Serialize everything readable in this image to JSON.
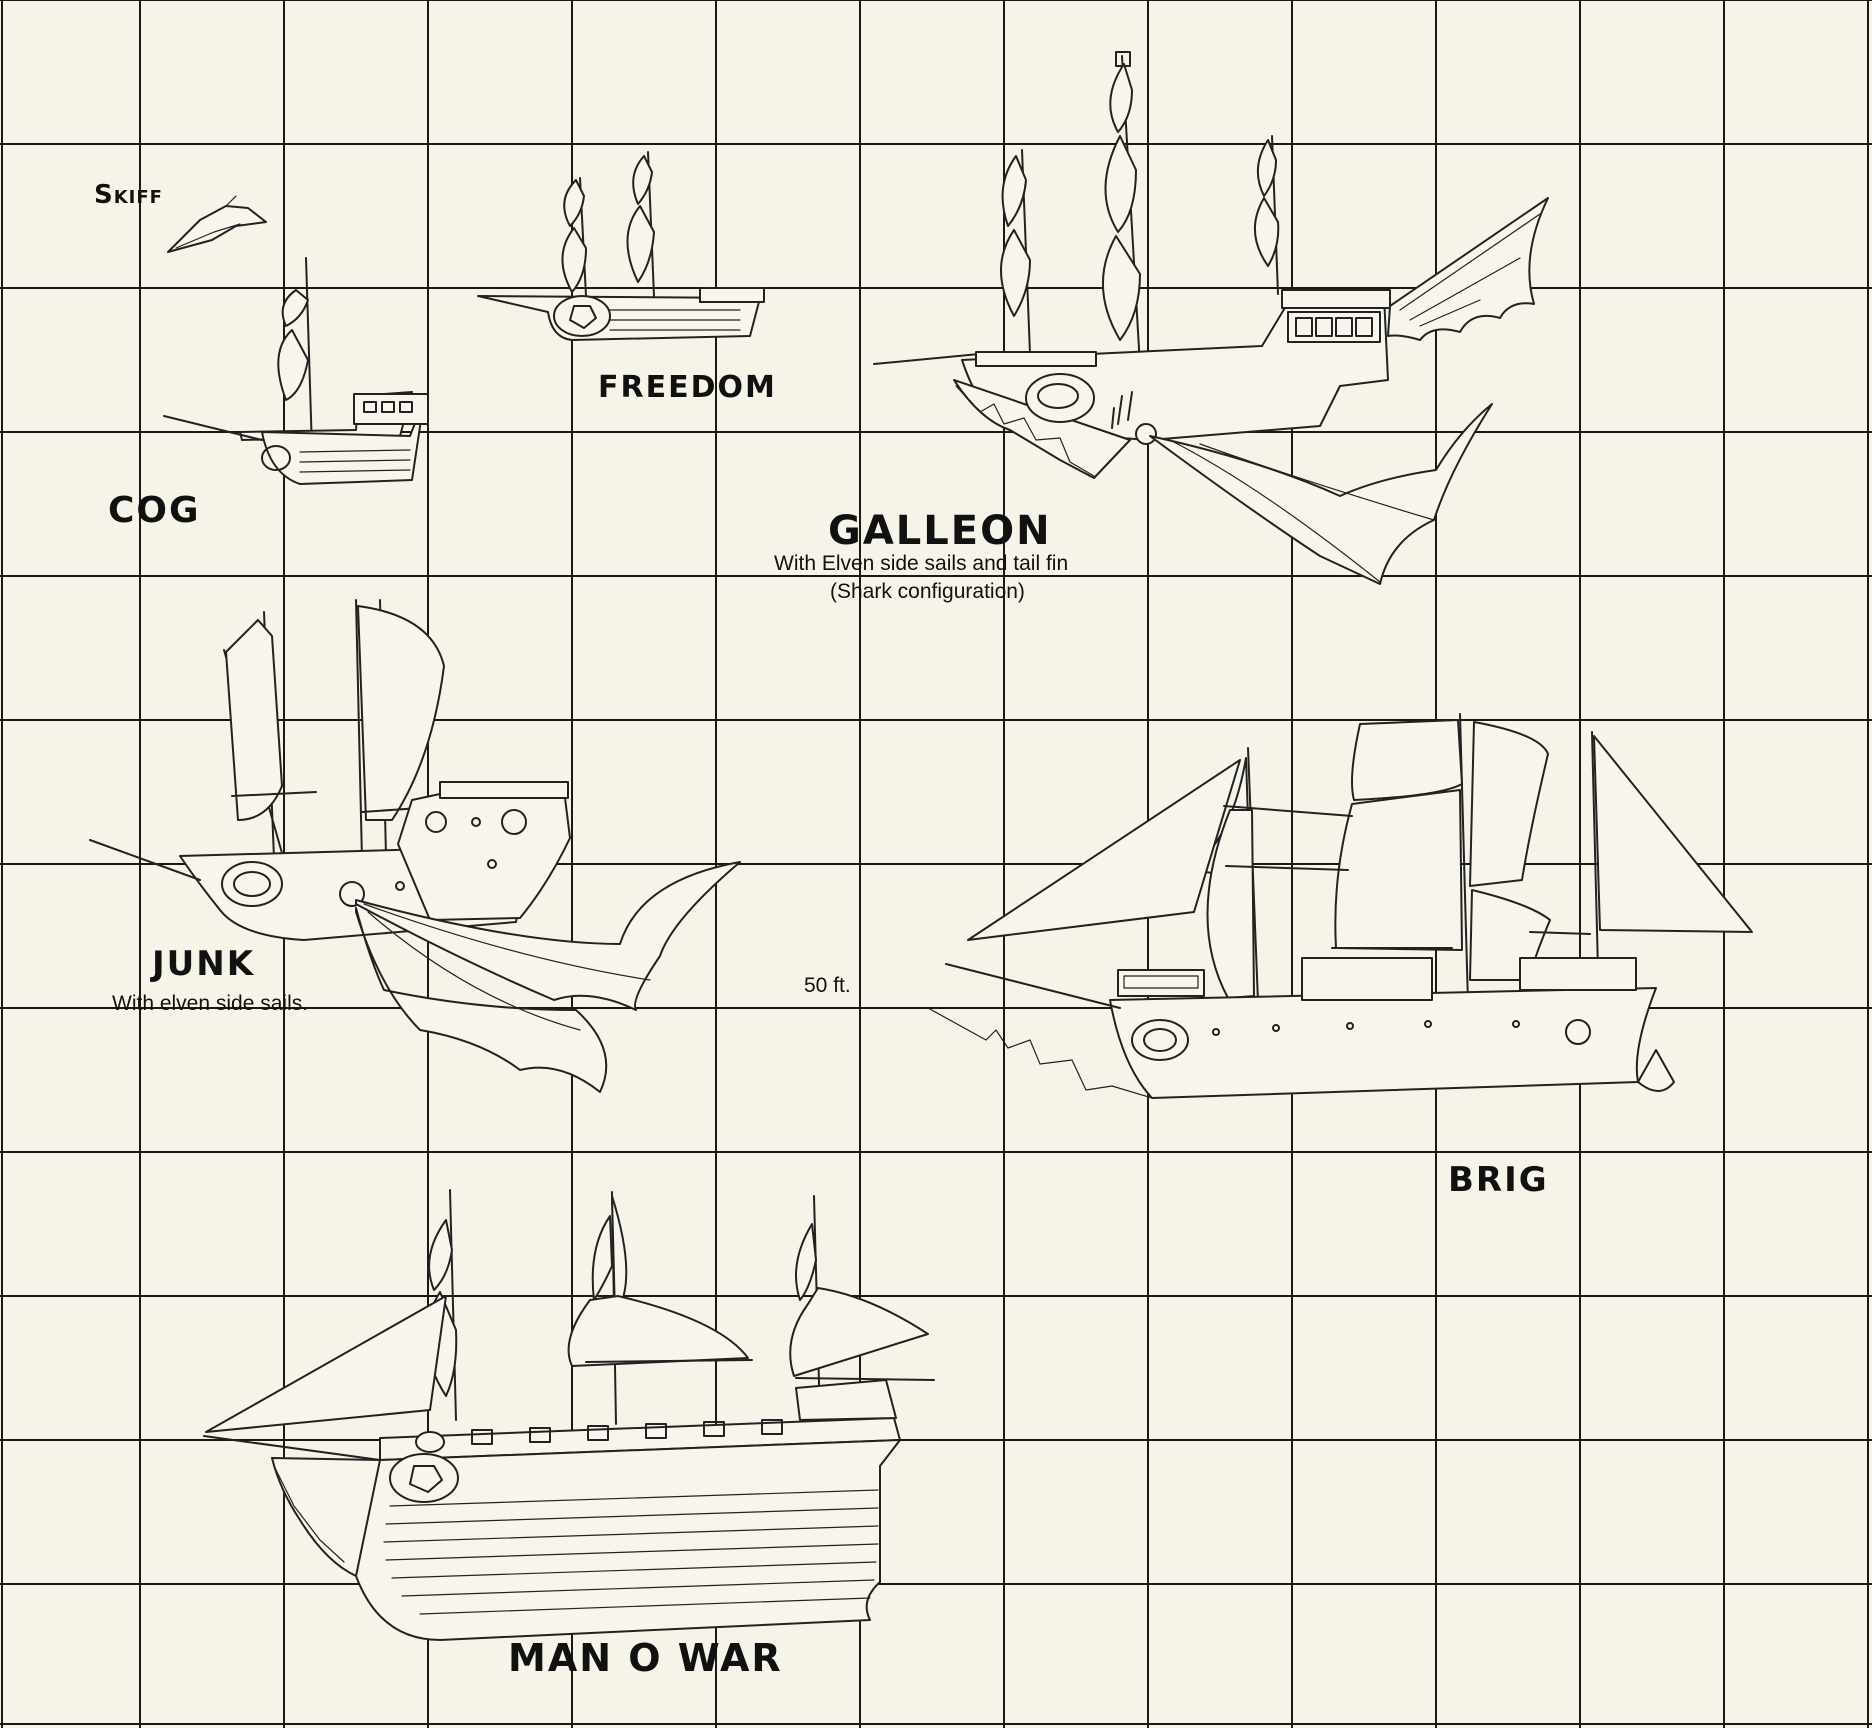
{
  "labels": {
    "skiff": "Skiff",
    "cog": "COG",
    "freedom": "FREEDOM",
    "galleon": "GALLEON",
    "galleon_note_1": "With Elven side sails and tail fin",
    "galleon_note_2": "(Shark configuration)",
    "junk": "JUNK",
    "junk_note": "With elven side sails.",
    "scale": "50 ft.",
    "brig": "BRIG",
    "man_o_war": "MAN O WAR"
  },
  "colors": {
    "paper": "#f6f4e8",
    "grid": "#1a1a14",
    "ink": "#222222"
  }
}
